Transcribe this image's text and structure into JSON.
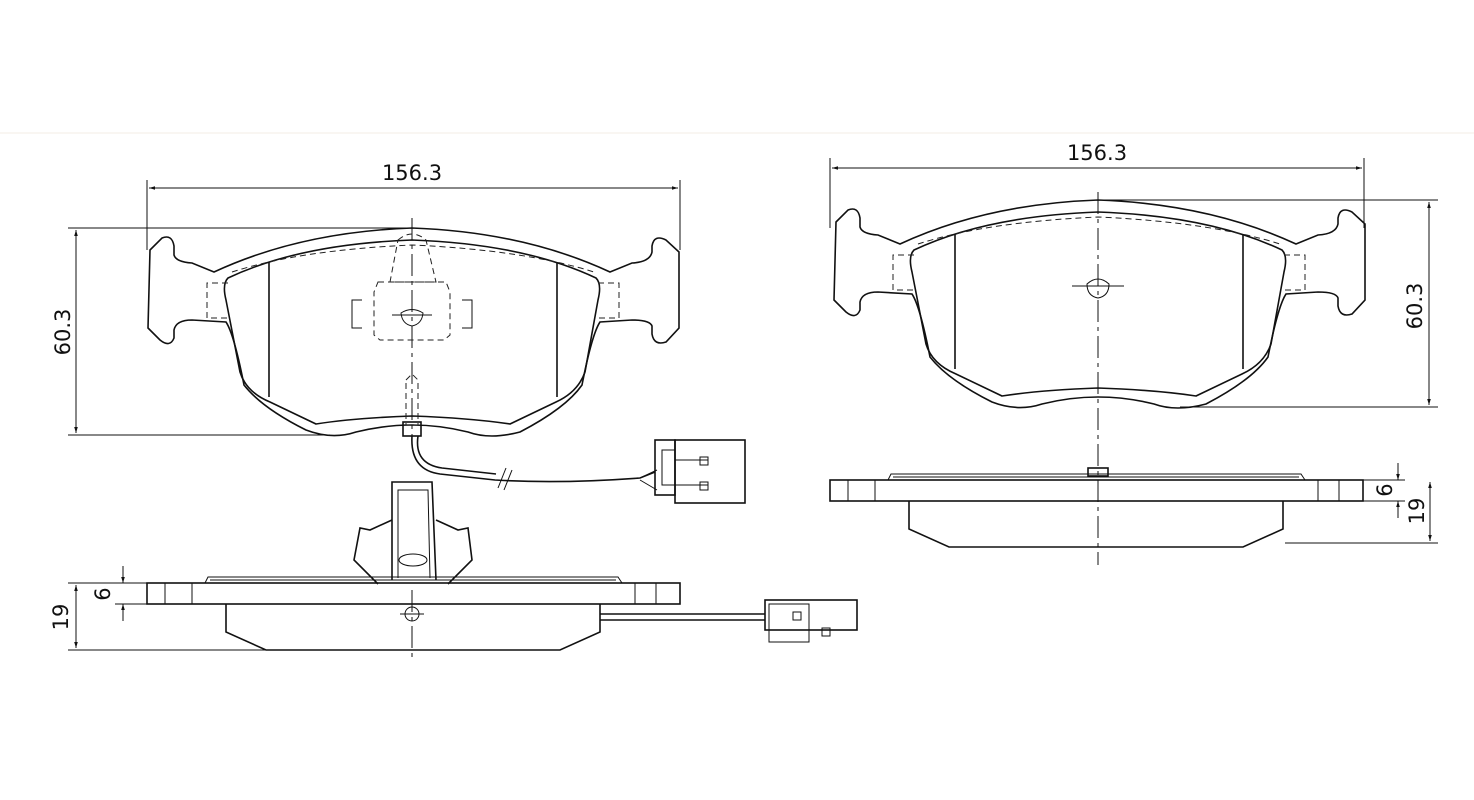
{
  "drawing": {
    "left_pad": {
      "width_label": "156.3",
      "height_label": "60.3",
      "plate_thickness_label": "6",
      "total_thickness_label": "19"
    },
    "right_pad": {
      "width_label": "156.3",
      "height_label": "60.3",
      "plate_thickness_label": "6",
      "total_thickness_label": "19"
    }
  }
}
